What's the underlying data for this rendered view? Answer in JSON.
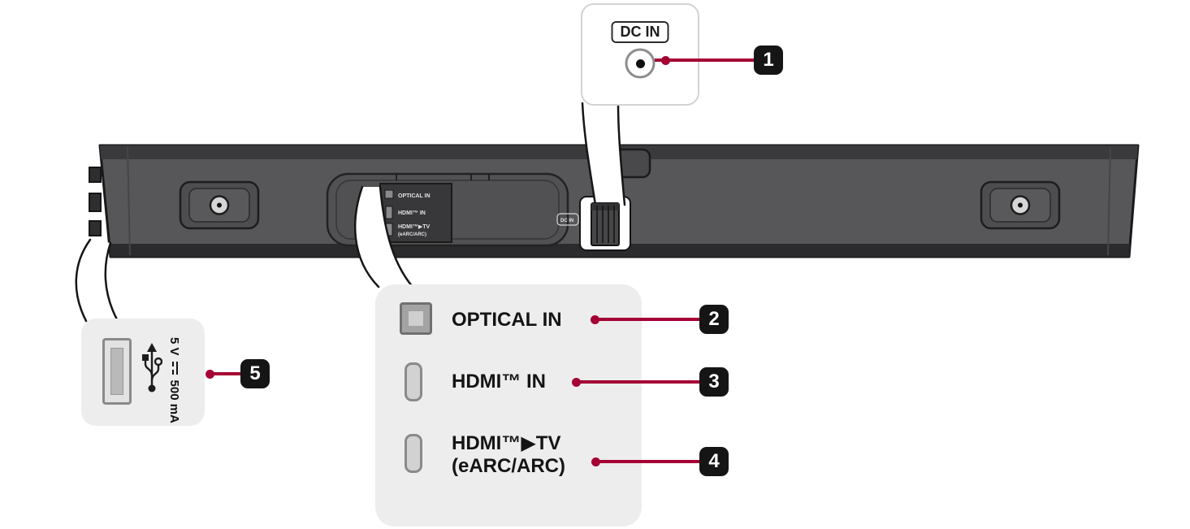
{
  "colors": {
    "accent": "#a50034",
    "badge_bg": "#151515",
    "callout_bg": "#ededed",
    "bar_face": "#57575a"
  },
  "callouts": {
    "dc_in": {
      "badge": "1",
      "label": "DC IN"
    },
    "optical": {
      "badge": "2",
      "label": "OPTICAL IN"
    },
    "hdmi_in": {
      "badge": "3",
      "label": "HDMI™ IN"
    },
    "hdmi_tv": {
      "badge": "4",
      "label_line1": "HDMI™▶TV",
      "label_line2": "(eARC/ARC)"
    },
    "usb": {
      "badge": "5",
      "voltage": "5 V",
      "current": "500 mA"
    }
  },
  "soundbar": {
    "panel_labels": {
      "optical": "OPTICAL IN",
      "hdmi_in": "HDMI™ IN",
      "hdmi_tv_line1": "HDMI™▶TV",
      "hdmi_tv_line2": "(eARC/ARC)",
      "dc": "DC IN"
    }
  }
}
